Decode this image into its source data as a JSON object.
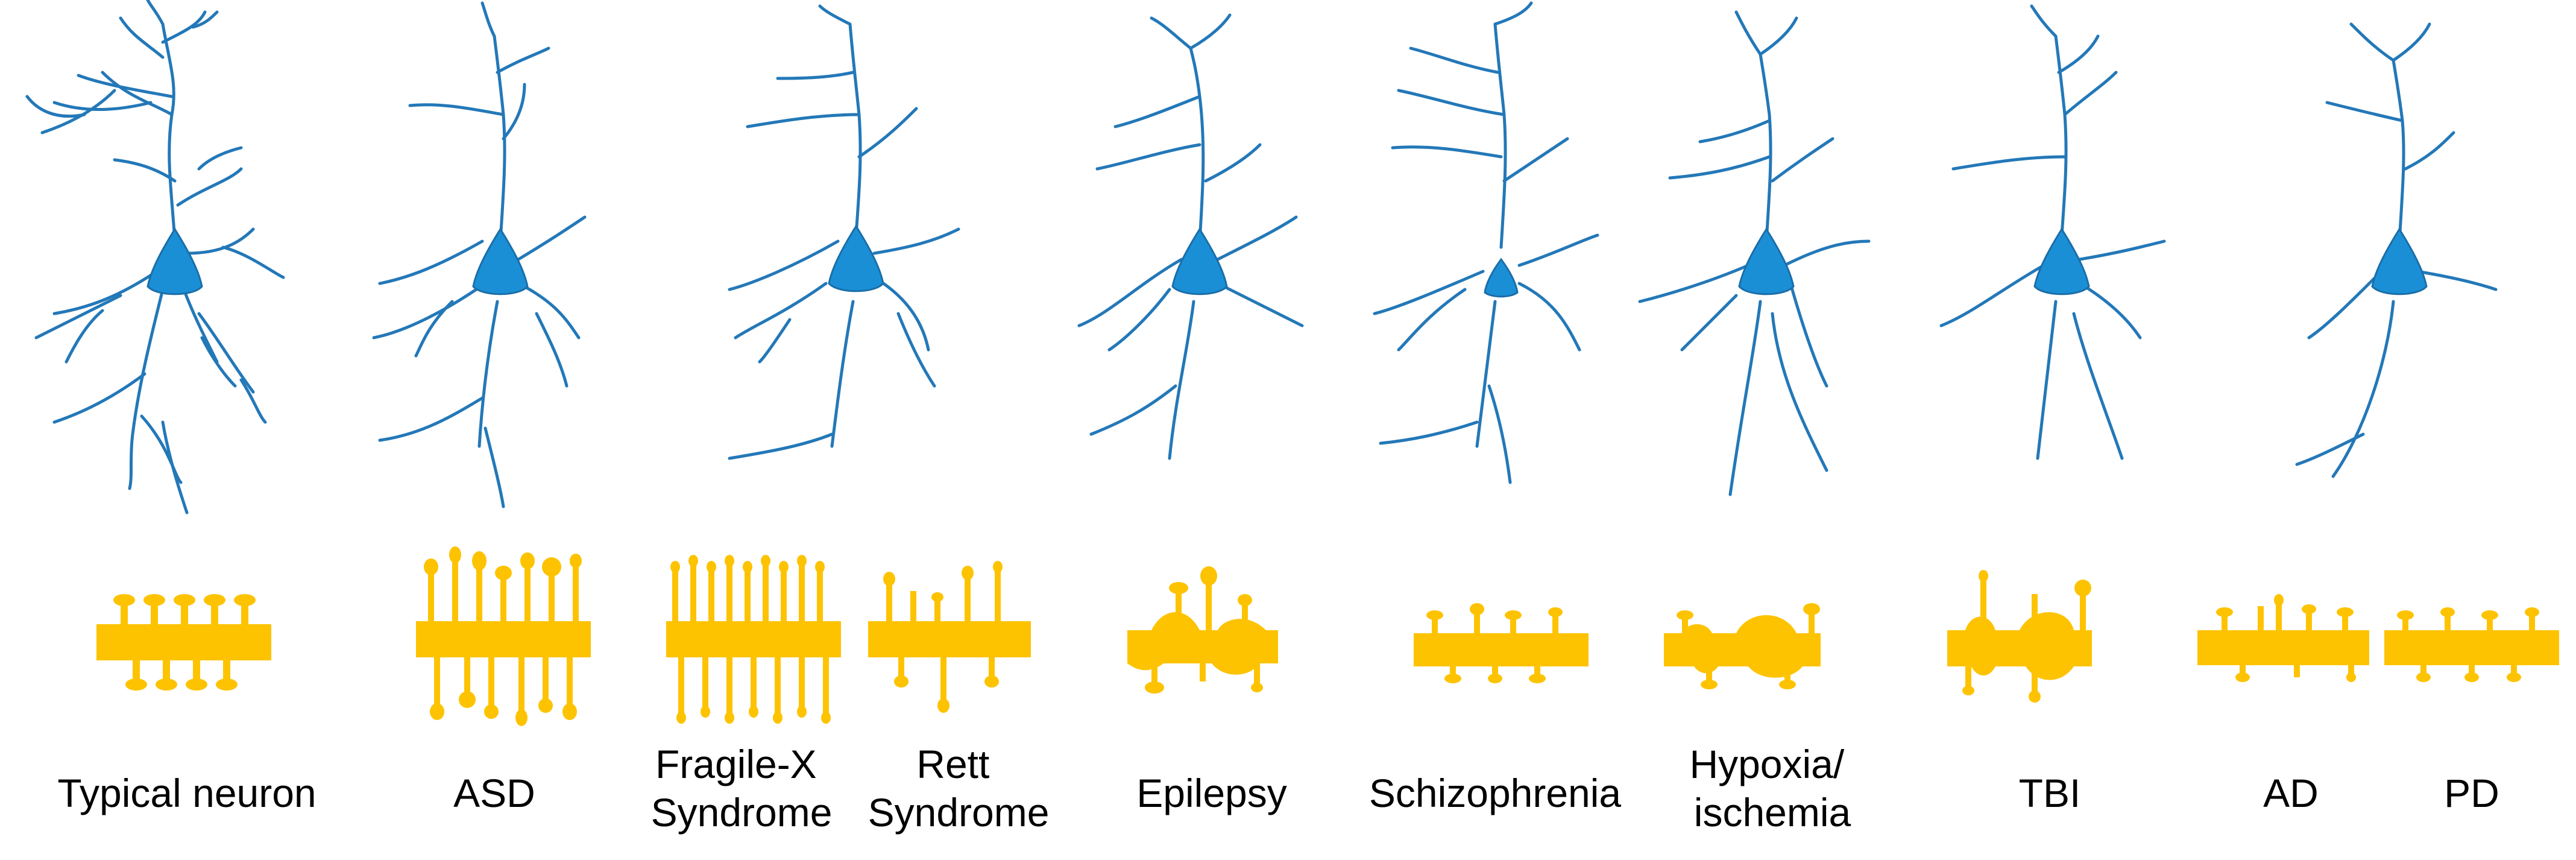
{
  "colors": {
    "neuron_fill": "#1a8fd6",
    "neuron_stroke": "#1a6ea8",
    "dendrite": "#2378b8",
    "spine_fill": "#fdc300"
  },
  "labels": {
    "typical": [
      "Typical neuron"
    ],
    "asd": [
      "ASD"
    ],
    "fragile_x": [
      "Fragile-X",
      "Syndrome"
    ],
    "rett": [
      "Rett",
      "Syndrome"
    ],
    "epilepsy": [
      "Epilepsy"
    ],
    "schizophrenia": [
      "Schizophrenia"
    ],
    "hypoxia": [
      "Hypoxia/",
      "ischemia"
    ],
    "tbi": [
      "TBI"
    ],
    "ad": [
      "AD"
    ],
    "pd": [
      "PD"
    ]
  }
}
